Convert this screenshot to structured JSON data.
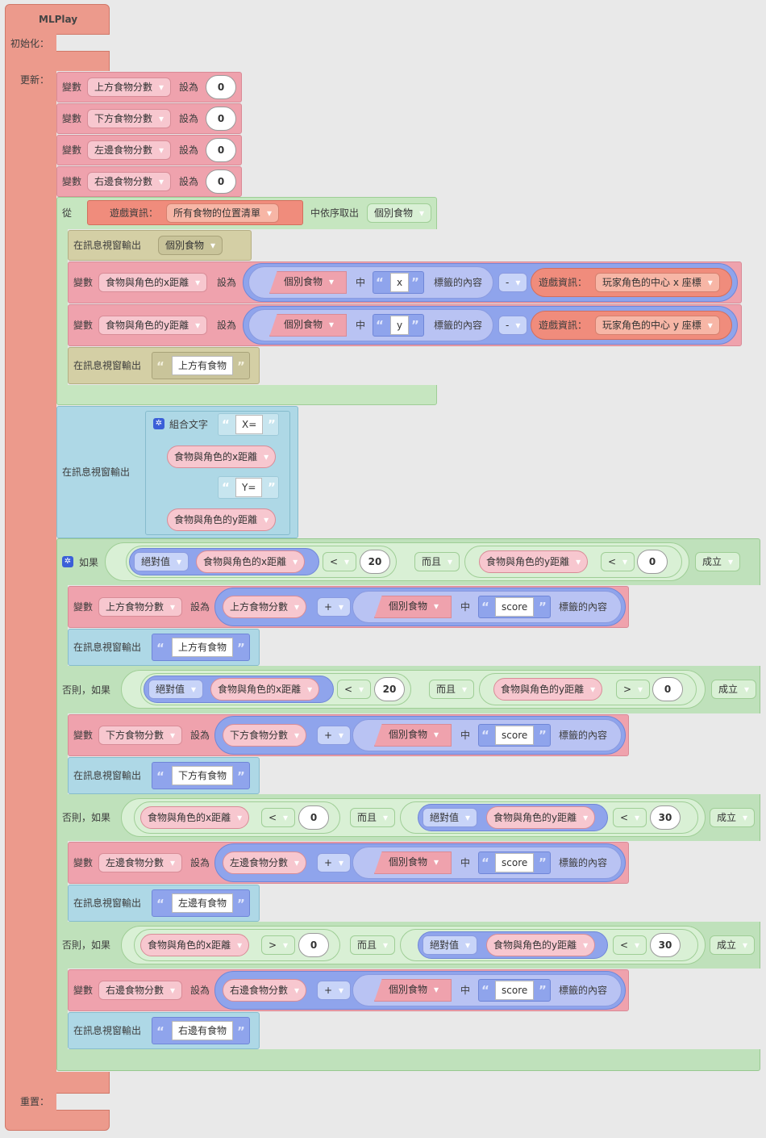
{
  "workspace": {
    "class_label": "MLPlay",
    "init_label": "初始化：",
    "update_label": "更新：",
    "reset_label": "重置："
  },
  "keywords": {
    "var": "變數",
    "set_to": "設為",
    "from": "從",
    "in_order_take": "中依序取出",
    "print": "在訊息視窗輸出",
    "join_text": "組合文字",
    "if": "如果",
    "else_if": "否則，如果",
    "and": "而且",
    "true": "成立",
    "abs": "絕對值",
    "in": "中",
    "key_content": "標籤的內容",
    "game_info": "遊戲資訊：",
    "plus": "+",
    "minus": "-",
    "lt": "<",
    "gt": ">"
  },
  "vars": {
    "up_score": "上方食物分數",
    "down_score": "下方食物分數",
    "left_score": "左邊食物分數",
    "right_score": "右邊食物分數",
    "each_food": "個別食物",
    "dx": "食物與角色的x距離",
    "dy": "食物與角色的y距離"
  },
  "values": {
    "zero": "0",
    "twenty": "20",
    "thirty": "30",
    "key_x": "x",
    "key_y": "y",
    "key_score": "score",
    "text_x": "X=",
    "text_y": "Y=",
    "msg_up": "上方有食物",
    "msg_down": "下方有食物",
    "msg_left": "左邊有食物",
    "msg_right": "右邊有食物"
  },
  "game_info": {
    "all_food_positions": "所有食物的位置清單",
    "player_center_x": "玩家角色的中心 x 座標",
    "player_center_y": "玩家角色的中心 y 座標"
  },
  "colors": {
    "class_block": "#ec9a8c",
    "variable_block": "#efa2ad",
    "loop_block": "#c6e6c0",
    "print_block": "#aed8e6",
    "print_block_dark": "#d4cfa5",
    "if_block": "#bfe1bb",
    "math_block": "#8fa4ec",
    "game_info_block": "#f08c7c"
  }
}
